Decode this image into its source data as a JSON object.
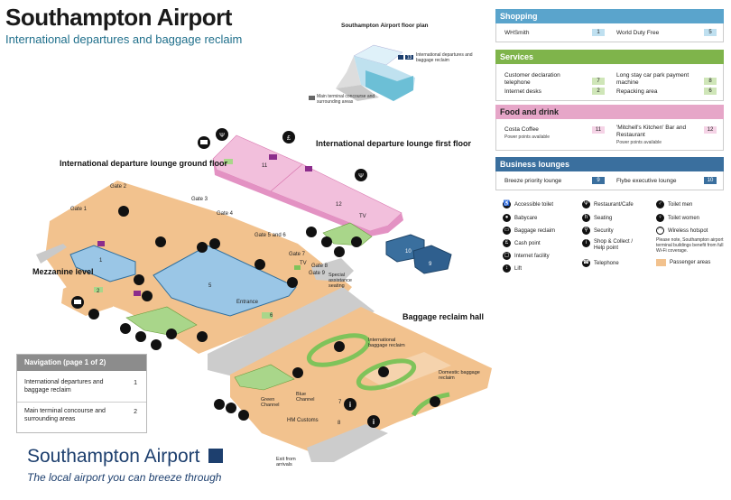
{
  "title": "Southampton Airport",
  "subtitle": "International departures and baggage reclaim",
  "floor_plan": {
    "title": "Southampton Airport floor plan",
    "label_13": "International departures and baggage reclaim",
    "label_13_badge": "13",
    "label_main": "Main terminal concourse and surrounding areas"
  },
  "map_labels": {
    "lounge_ground": "International departure lounge ground floor",
    "lounge_first": "International departure lounge first floor",
    "mezzanine": "Mezzanine level",
    "baggage_hall": "Baggage reclaim hall",
    "gate1": "Gate 1",
    "gate2": "Gate 2",
    "gate3": "Gate 3",
    "gate4": "Gate 4",
    "gate56": "Gate 5 and 6",
    "gate7": "Gate 7",
    "gate8": "Gate 8",
    "gate9": "Gate 9",
    "special": "Special assistance seating",
    "entrance": "Entrance",
    "tv1": "TV",
    "tv2": "TV",
    "intl_reclaim": "International baggage reclaim",
    "dom_reclaim": "Domestic baggage reclaim",
    "green": "Green Channel",
    "blue": "Blue Channel",
    "hm": "HM Customs",
    "exit": "Exit from arrivals",
    "n1": "1",
    "n2": "2",
    "n5": "5",
    "n6": "6",
    "n7": "7",
    "n8": "8",
    "n9": "9",
    "n10": "10",
    "n11": "11",
    "n12": "12"
  },
  "shopping": {
    "header": "Shopping",
    "items": [
      {
        "name": "WHSmith",
        "num": "1"
      },
      {
        "name": "World Duty Free",
        "num": "5"
      }
    ]
  },
  "services": {
    "header": "Services",
    "items": [
      {
        "name": "Customer declaration telephone",
        "num": "7"
      },
      {
        "name": "Long stay car park payment machine",
        "num": "8"
      },
      {
        "name": "Internet desks",
        "num": "2"
      },
      {
        "name": "Repacking area",
        "num": "6"
      }
    ]
  },
  "food": {
    "header": "Food and drink",
    "items": [
      {
        "name": "Costa Coffee",
        "note": "Power points available",
        "num": "11"
      },
      {
        "name": "'Mitchell's Kitchen' Bar and Restaurant",
        "note": "Power points available",
        "num": "12"
      }
    ]
  },
  "lounges": {
    "header": "Business lounges",
    "items": [
      {
        "name": "Breeze priority lounge",
        "num": "9"
      },
      {
        "name": "Flybe executive lounge",
        "num": "10"
      }
    ]
  },
  "legend": {
    "col1": [
      "Accessible toilet",
      "Babycare",
      "Baggage reclaim",
      "Cash point",
      "Internet facility",
      "Lift"
    ],
    "col2": [
      "Restaurant/Cafe",
      "Seating",
      "Security",
      "Shop & Collect / Help point",
      "Telephone"
    ],
    "col3": [
      "Toilet men",
      "Toilet women",
      "Wireless hotspot"
    ],
    "note": "Please note, Southampton airport terminal buildings benefit from full Wi-Fi coverage.",
    "passenger": "Passenger areas"
  },
  "navigation": {
    "header": "Navigation (page 1 of 2)",
    "rows": [
      {
        "label": "International departures and baggage reclaim",
        "num": "1"
      },
      {
        "label": "Main terminal concourse and surrounding areas",
        "num": "2"
      }
    ]
  },
  "brand": {
    "name": "Southampton Airport",
    "tagline": "The local airport you can breeze through"
  },
  "colors": {
    "shopping": "#5aa4cc",
    "services": "#7fb44b",
    "food": "#e6a6c8",
    "lounges": "#3a6f9e",
    "passenger": "#f2c28e",
    "gray": "#c9c9c9",
    "blue_area": "#9ac6e6",
    "pink_area": "#f2bfdc",
    "green_area": "#a9d68a"
  }
}
